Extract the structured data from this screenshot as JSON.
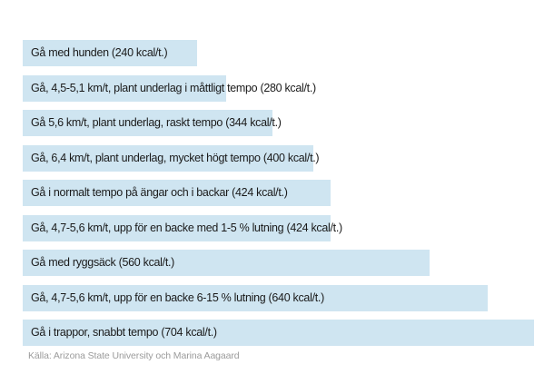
{
  "chart_data": {
    "type": "bar",
    "orientation": "horizontal",
    "title": "",
    "categories": [
      "Gå med hunden (240 kcal/t.)",
      "Gå, 4,5-5,1 km/t, plant underlag i måttligt tempo (280 kcal/t.)",
      "Gå 5,6 km/t, plant underlag, raskt tempo (344 kcal/t.)",
      "Gå, 6,4 km/t, plant underlag, mycket högt tempo (400 kcal/t.)",
      "Gå i normalt tempo på ängar och i backar (424 kcal/t.)",
      "Gå, 4,7-5,6 km/t, upp för en backe med 1-5 % lutning (424 kcal/t.)",
      "Gå med ryggsäck (560 kcal/t.)",
      "Gå, 4,7-5,6 km/t, upp för en backe 6-15 % lutning (640 kcal/t.)",
      "Gå i trappor, snabbt tempo (704 kcal/t.)"
    ],
    "values": [
      240,
      280,
      344,
      400,
      424,
      424,
      560,
      640,
      704
    ],
    "value_unit": "kcal/t.",
    "xlabel": "",
    "ylabel": "",
    "xlim": [
      0,
      740
    ],
    "grid": false,
    "legend": "none",
    "bar_color": "#cfe5f1",
    "label_color": "#1a1a1a",
    "source": "Källa: Arizona State University och Marina Aagaard",
    "source_color": "#9b9b9b"
  }
}
